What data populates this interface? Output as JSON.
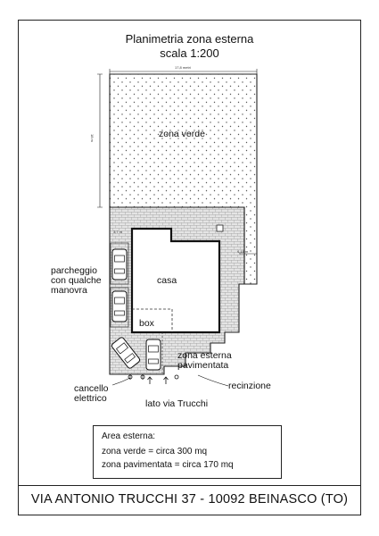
{
  "title": {
    "line1": "Planimetria zona esterna",
    "line2": "scala 1:200"
  },
  "dimensions": {
    "width": "17,8 metri",
    "height": "18 m",
    "side_right": "4,15 m",
    "side_left": "3,7 m"
  },
  "labels": {
    "zona_verde": "zona verde",
    "casa": "casa",
    "box": "box",
    "parcheggio_1": "parcheggio",
    "parcheggio_2": "con qualche",
    "parcheggio_3": "manovra",
    "pavimentata_1": "zona esterna",
    "pavimentata_2": "pavimentata",
    "cancello_1": "cancello",
    "cancello_2": "elettrico",
    "recinzione": "recinzione",
    "street": "lato via Trucchi"
  },
  "area": {
    "heading": "Area esterna:",
    "verde": "zona verde = circa 300 mq",
    "pavimentata": "zona pavimentata = circa 170 mq"
  },
  "address": "VIA ANTONIO TRUCCHI 37 - 10092 BEINASCO (TO)",
  "colors": {
    "ink": "#111111",
    "paving_fill": "#e4e4e4",
    "paving_line": "#9a9a9a",
    "grass_dot": "#555555"
  },
  "icons": [
    "car-icon",
    "gate-icon",
    "arrow-icon"
  ]
}
